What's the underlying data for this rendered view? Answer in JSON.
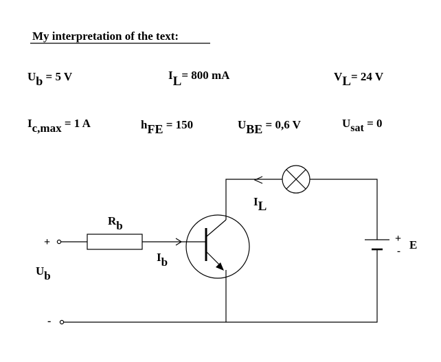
{
  "heading": "My interpretation of the text:",
  "params": {
    "ub": {
      "sym": "U",
      "sub": "b",
      "rest": " = 5 V"
    },
    "il": {
      "sym": "I",
      "sub": "L",
      "rest": "= 800 mA"
    },
    "vl": {
      "sym": "V",
      "sub": "L",
      "rest": "= 24 V"
    },
    "icmax": {
      "sym": "I",
      "sub": "c,max",
      "rest": " = 1 A"
    },
    "hfe": {
      "sym": "h",
      "sub": "FE",
      "rest": " = 150"
    },
    "ube": {
      "sym": "U",
      "sub": "BE",
      "rest": " = 0,6 V"
    },
    "usat": {
      "sym": "U",
      "sub": "sat",
      "rest": " = 0"
    }
  },
  "circuit": {
    "rb": {
      "sym": "R",
      "sub": "b"
    },
    "ib": {
      "sym": "I",
      "sub": "b"
    },
    "il": {
      "sym": "I",
      "sub": "L"
    },
    "ub": {
      "sym": "U",
      "sub": "b"
    },
    "plus": "+",
    "minus": "-",
    "bat_plus": "+",
    "bat_minus": "-",
    "e": "E"
  }
}
